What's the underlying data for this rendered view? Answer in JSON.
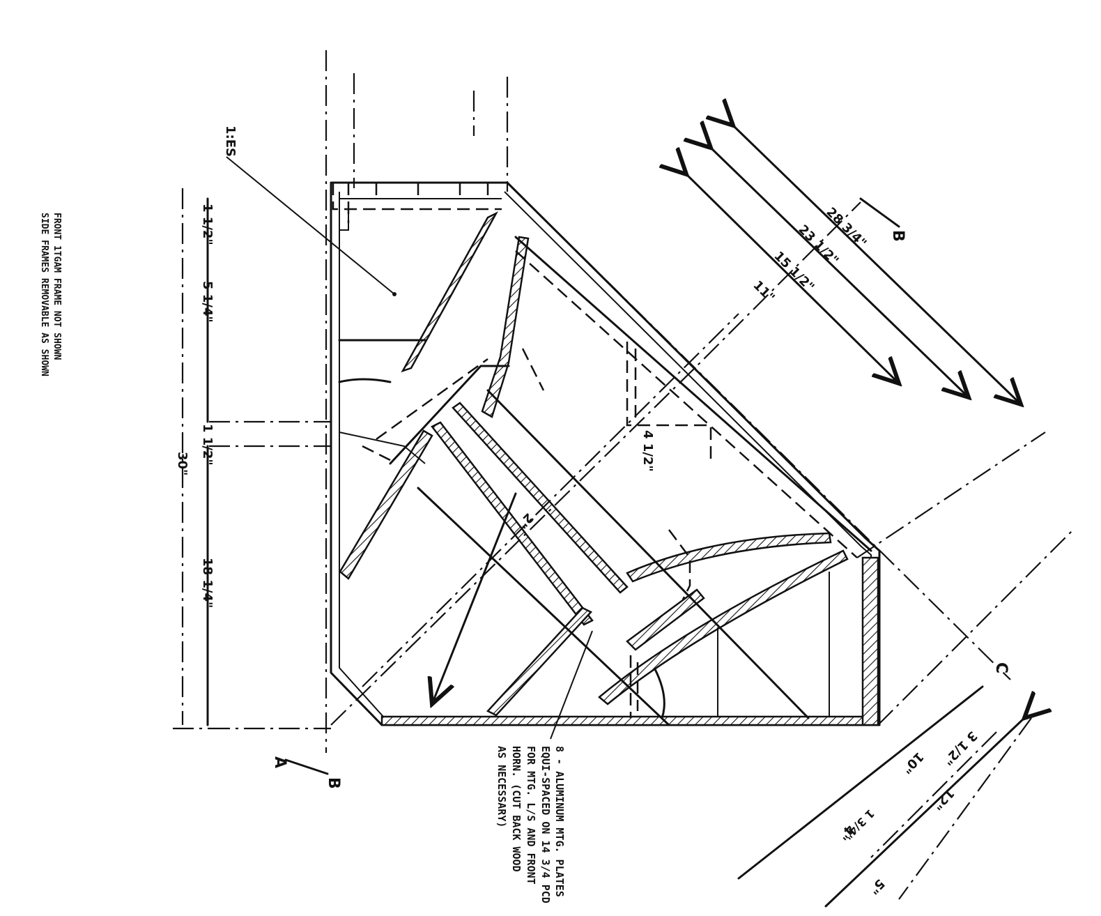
{
  "notes": {
    "side_line1": "FRONT 1TGAM FRAME NOT SHOWN",
    "side_line2": "SIDE FRAMES REMOVABLE AS SHOWN",
    "plate_line1": "8 - ALUMINUM MTG. PLATES",
    "plate_line2": "EQUI-SPACED ON 14 3/4 PCD",
    "plate_line3": "FOR MTG. L/S AND FRONT",
    "plate_line4": "HORN. (CUT BACK WOOD",
    "plate_line5": "AS NECESSARY)"
  },
  "labels": {
    "top_ref": "1:ES",
    "section_B_top": "B",
    "section_B_bottom": "B",
    "section_A": "A",
    "C_mark": "C"
  },
  "dimensions": {
    "d_1_5_top": "1 1/2\"",
    "d_5_4": "5 1/4\"",
    "d_1_5_mid": "1 1/2\"",
    "d_30": "30\"",
    "d_18": "18 1/4\"",
    "d_28": "28 3/4\"",
    "d_23": "23 1/2\"",
    "d_15": "15 1/2\"",
    "d_11": "11\"",
    "d_4_5": "4 1/2\"",
    "d_12": "12\"",
    "d_10": "10\"",
    "d_3_5": "3 1/2\"",
    "d_5": "5\"",
    "d_4": "4\"",
    "d_frac": "1 3/4\"",
    "d_2": "2\""
  }
}
